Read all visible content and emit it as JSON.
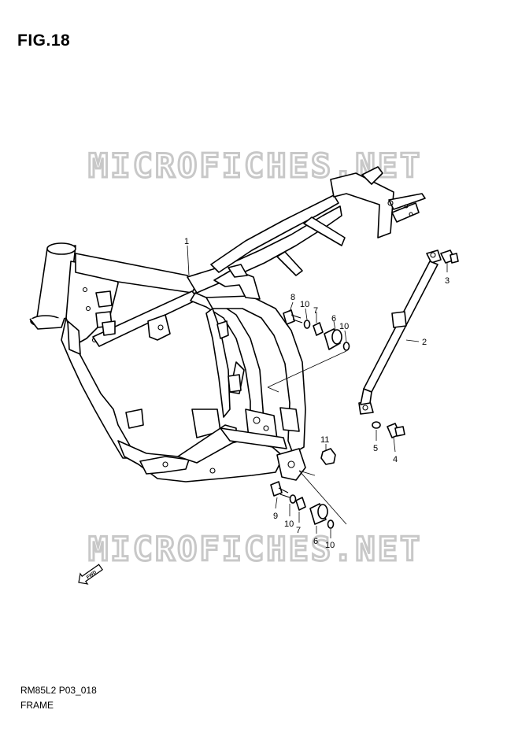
{
  "figure": {
    "title": "FIG.18"
  },
  "watermarks": [
    "MICROFICHES.NET",
    "MICROFICHES.NET"
  ],
  "callouts": [
    {
      "id": "c1",
      "label": "1"
    },
    {
      "id": "c2",
      "label": "2"
    },
    {
      "id": "c3",
      "label": "3"
    },
    {
      "id": "c4",
      "label": "4"
    },
    {
      "id": "c5",
      "label": "5"
    },
    {
      "id": "c6a",
      "label": "6"
    },
    {
      "id": "c7a",
      "label": "7"
    },
    {
      "id": "c8",
      "label": "8"
    },
    {
      "id": "c10a",
      "label": "10"
    },
    {
      "id": "c10b",
      "label": "10"
    },
    {
      "id": "c11",
      "label": "11"
    },
    {
      "id": "c9",
      "label": "9"
    },
    {
      "id": "c10c",
      "label": "10"
    },
    {
      "id": "c7b",
      "label": "7"
    },
    {
      "id": "c6b",
      "label": "6"
    },
    {
      "id": "c10d",
      "label": "10"
    }
  ],
  "direction_badge": "FWD",
  "footer": {
    "code": "RM85L2 P03_018",
    "caption": "FRAME"
  }
}
